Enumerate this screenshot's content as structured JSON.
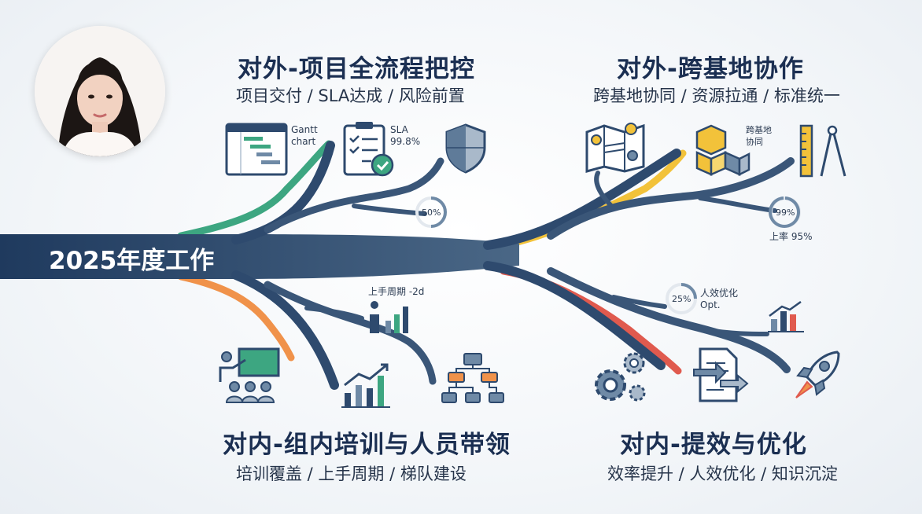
{
  "center": {
    "label": "2025年度工作"
  },
  "branches": {
    "top_left": {
      "title": "对外-项目全流程把控",
      "subtitle": "项目交付 / SLA达成 / 风险前置",
      "gantt_label": "Gantt\nchart",
      "sla_label": "SLA\n99.8%",
      "progress_label": "50%"
    },
    "top_right": {
      "title": "对外-跨基地协作",
      "subtitle": "跨基地协同 / 资源拉通 / 标准统一",
      "cube_label": "跨基地\n协同",
      "progress_label": "99%",
      "rate_label": "上率 95%"
    },
    "bottom_left": {
      "title": "对内-组内培训与人员带领",
      "subtitle": "培训覆盖 / 上手周期 / 梯队建设",
      "chart_label": "上手周期 -2d"
    },
    "bottom_right": {
      "title": "对内-提效与优化",
      "subtitle": "效率提升 / 人效优化 / 知识沉淀",
      "progress_label": "25%",
      "opt_label": "人效优化\nOpt."
    }
  },
  "colors": {
    "trunk": "#2e4a6e",
    "green": "#3da681",
    "yellow": "#f2c23a",
    "orange": "#f0924a",
    "red": "#e05a4e",
    "navy": "#1b2f52"
  },
  "icons": [
    "avatar-photo",
    "gantt-chart-icon",
    "checklist-icon",
    "shield-icon",
    "map-icon",
    "cubes-icon",
    "ruler-compass-icon",
    "presenter-icon",
    "growth-chart-icon",
    "org-chart-icon",
    "gears-icon",
    "document-transfer-icon",
    "rocket-icon",
    "bar-chart-icon"
  ]
}
